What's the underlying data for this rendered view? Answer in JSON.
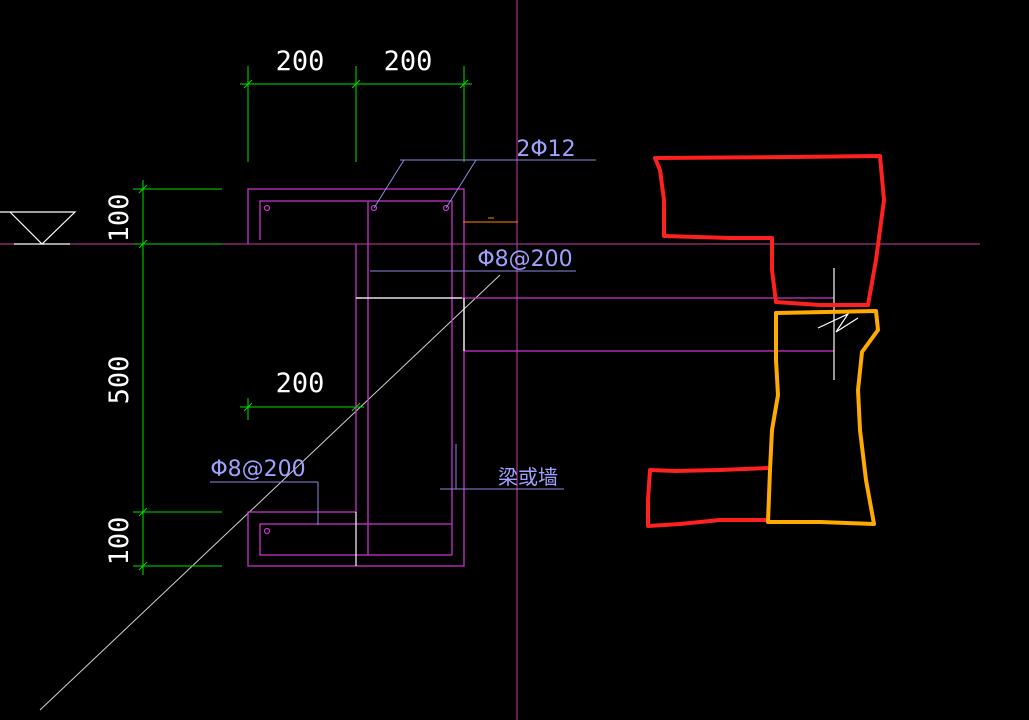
{
  "colors": {
    "background": "#000000",
    "dimension": "#00e000",
    "dimension_text": "#ffffff",
    "outline": "#cc33cc",
    "axis": "#c040a0",
    "leader": "#8a8ae0",
    "note_text": "#a0a0ff",
    "white_line": "#ffffff",
    "red_markup": "#ff2020",
    "orange_markup": "#ffaa00",
    "orange_tick": "#ff8800"
  },
  "dimensions": {
    "top_left_width": "200",
    "top_right_width": "200",
    "middle_width": "200",
    "top_height": "100",
    "middle_height": "500",
    "bottom_height": "100"
  },
  "annotations": {
    "top_rebar": "2Φ12",
    "stirrup_right": "Φ8@200",
    "stirrup_left": "Φ8@200",
    "beam_or_wall": "梁或墙"
  },
  "icons": {
    "level_marker": "elevation-triangle-icon",
    "break_symbol": "break-line-icon"
  }
}
